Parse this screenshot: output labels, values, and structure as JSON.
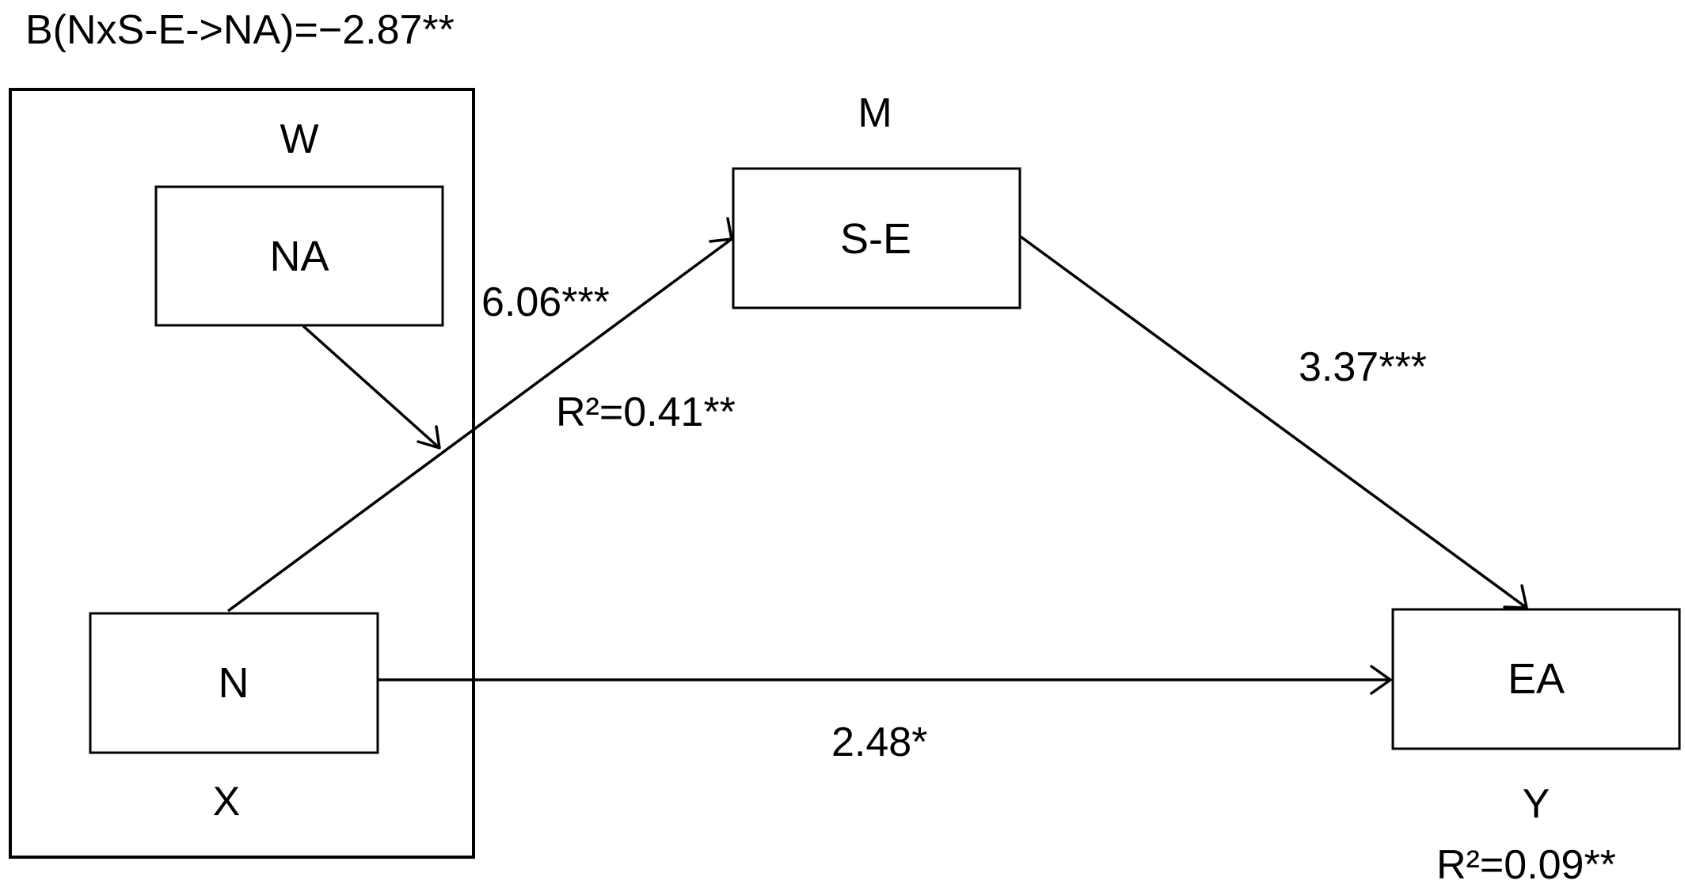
{
  "header": {
    "interaction_effect": "B(NxS-E->NA)=−2.87**"
  },
  "nodes": {
    "moderator": {
      "label": "NA",
      "role": "W"
    },
    "predictor": {
      "label": "N",
      "role": "X"
    },
    "mediator": {
      "label": "S-E",
      "role": "M"
    },
    "outcome": {
      "label": "EA",
      "role": "Y"
    }
  },
  "paths": {
    "a_path": {
      "coefficient": "6.06***"
    },
    "b_path": {
      "coefficient": "3.37***"
    },
    "c_prime_path": {
      "coefficient": "2.48*"
    }
  },
  "fit": {
    "mediator_r2": "R²=0.41**",
    "outcome_r2": "R²=0.09**"
  }
}
